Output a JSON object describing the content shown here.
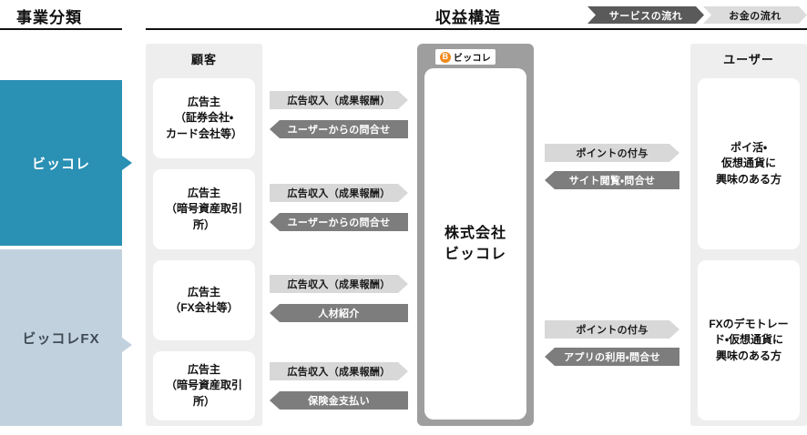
{
  "headers": {
    "left_title": "事業分類",
    "right_title": "収益構造"
  },
  "legend": [
    {
      "label": "サービスの流れ",
      "color": "#5a5a5a",
      "text_color": "#ffffff"
    },
    {
      "label": "お金の流れ",
      "color": "#dcdcdc",
      "text_color": "#1a1a1a"
    }
  ],
  "categories": [
    {
      "label": "ビッコレ",
      "color": "#2a90b4",
      "text_color": "#ffffff"
    },
    {
      "label": "ビッコレFX",
      "color": "#c2d1de",
      "text_color": "#3f4a55"
    }
  ],
  "columns": {
    "customer": {
      "header": "顧客",
      "cards": [
        {
          "line1": "広告主",
          "line2": "（証券会社・",
          "line3": "カード会社等）"
        },
        {
          "line1": "広告主",
          "line2": "（暗号資産取引所）",
          "line3": ""
        },
        {
          "line1": "広告主",
          "line2": "（FX会社等）",
          "line3": ""
        },
        {
          "line1": "広告主",
          "line2": "（暗号資産取引所）",
          "line3": ""
        }
      ]
    },
    "company": {
      "logo_coin": "B",
      "logo_word": "ビッコレ",
      "name_line1": "株式会社",
      "name_line2": "ビッコレ"
    },
    "user": {
      "header": "ユーザー",
      "cards": [
        {
          "line1": "ポイ活・",
          "line2": "仮想通貨に",
          "line3": "興味のある方"
        },
        {
          "line1": "FXのデモトレー",
          "line2": "ド・仮想通貨に",
          "line3": "興味のある方"
        }
      ]
    }
  },
  "flows": {
    "left": [
      {
        "money": "広告収入（成果報酬）",
        "service": "ユーザーからの問合せ"
      },
      {
        "money": "広告収入（成果報酬）",
        "service": "ユーザーからの問合せ"
      },
      {
        "money": "広告収入（成果報酬）",
        "service": "人材紹介"
      },
      {
        "money": "広告収入（成果報酬）",
        "service": "保険金支払い"
      }
    ],
    "right": [
      {
        "money": "ポイントの付与",
        "service": "サイト閲覧・問合せ"
      },
      {
        "money": "ポイントの付与",
        "service": "アプリの利用・問合せ"
      }
    ]
  }
}
